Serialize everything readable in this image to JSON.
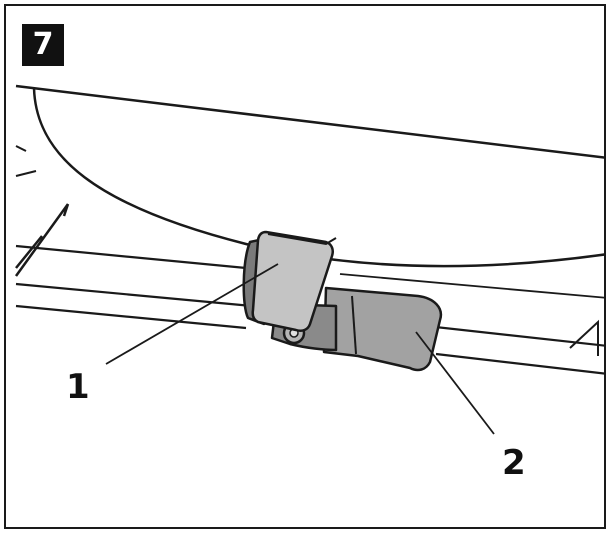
{
  "step": {
    "number": "7"
  },
  "callouts": [
    {
      "label": "1",
      "target": "clip-latch"
    },
    {
      "label": "2",
      "target": "lever-bracket"
    }
  ],
  "colors": {
    "line": "#1a1a1a",
    "part_light": "#c4c4c4",
    "part_mid": "#a2a2a2",
    "part_dark": "#7a7a7a",
    "background": "#ffffff"
  }
}
